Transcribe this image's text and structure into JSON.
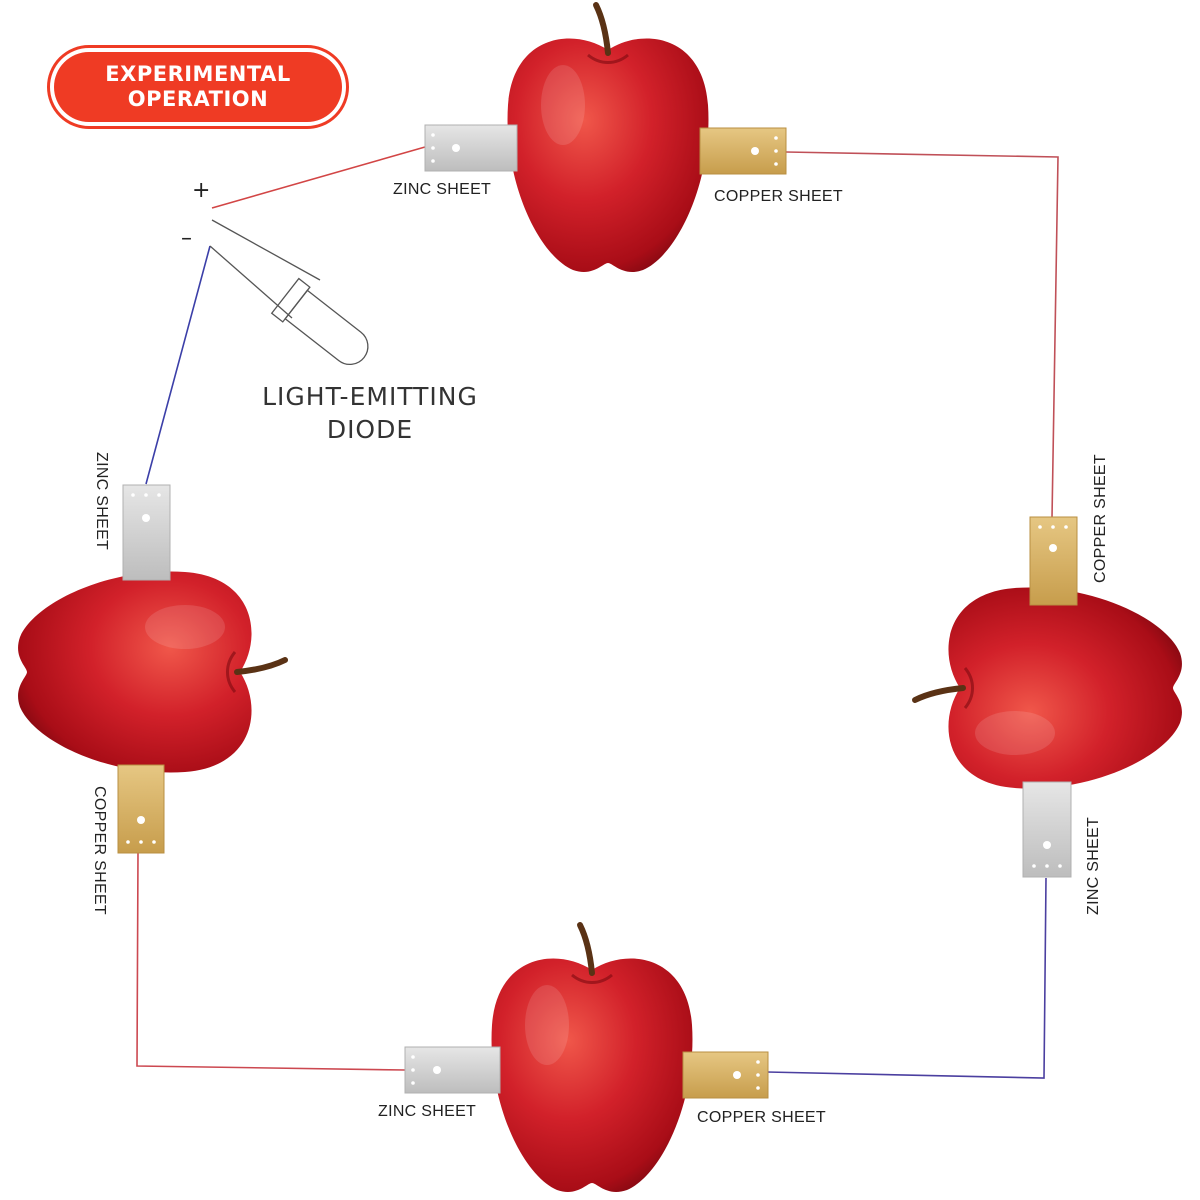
{
  "badge": {
    "title": "EXPERIMENTAL\nOPERATION"
  },
  "led": {
    "label": "LIGHT-EMITTING\nDIODE",
    "plus": "+",
    "minus": "–"
  },
  "labels": {
    "top_zinc": "ZINC SHEET",
    "top_copper": "COPPER SHEET",
    "right_copper": "COPPER SHEET",
    "right_zinc": "ZINC SHEET",
    "bottom_zinc": "ZINC SHEET",
    "bottom_copper": "COPPER SHEET",
    "left_zinc": "ZINC SHEET",
    "left_copper": "COPPER SHEET"
  },
  "colors": {
    "badge": "#ef3b24",
    "apple": "#c8161c",
    "zinc": "#cfcfcf",
    "copper": "#d9b46a",
    "wire_red": "#d24545",
    "wire_blue": "#3b3fa8"
  }
}
